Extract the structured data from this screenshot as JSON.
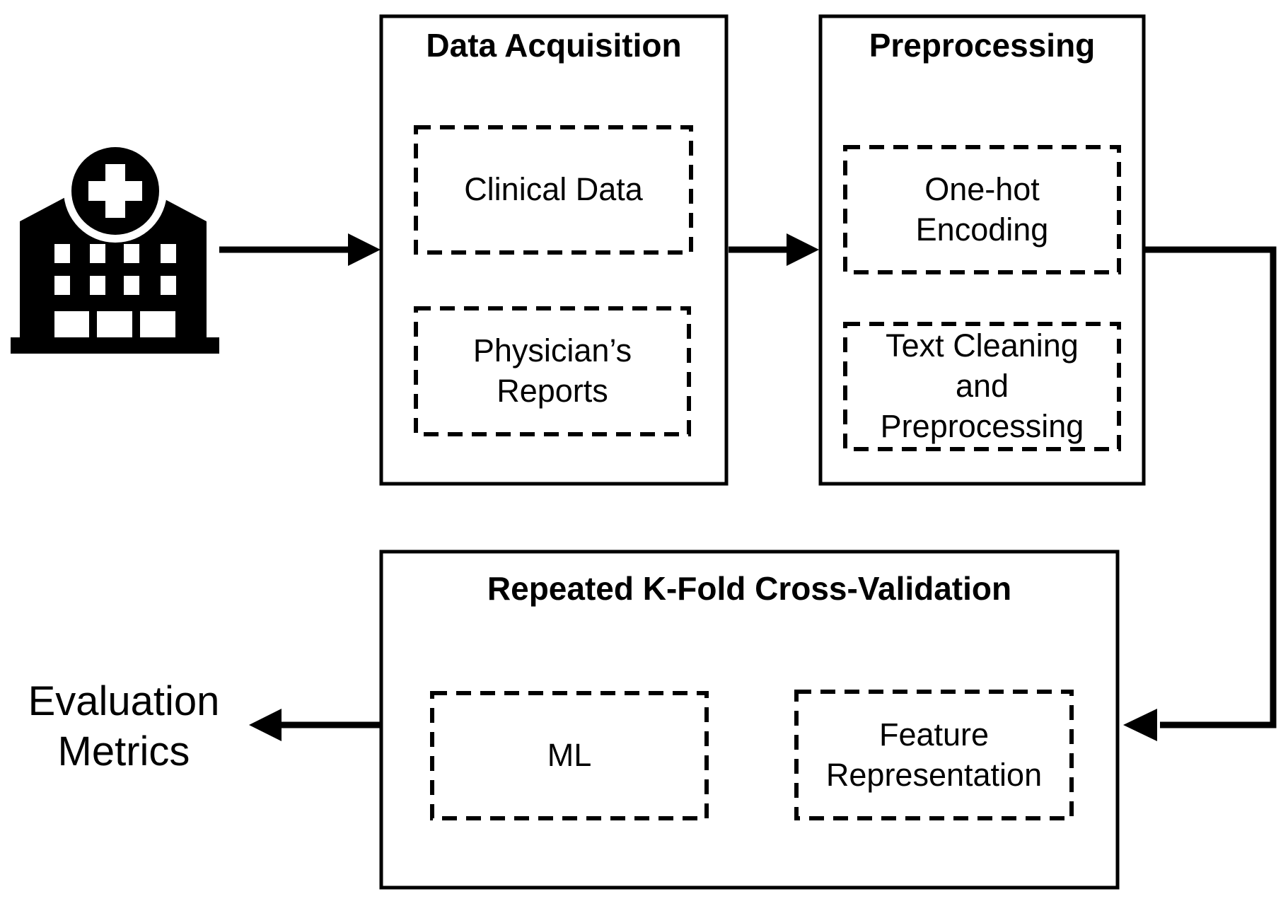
{
  "diagram": {
    "type": "flowchart",
    "background_color": "#ffffff",
    "line_color": "#000000",
    "source_icon": "hospital-building-with-medical-cross",
    "boxes": {
      "data_acquisition": {
        "title": "Data Acquisition",
        "items": [
          {
            "lines": [
              "Clinical Data"
            ]
          },
          {
            "lines": [
              "Physician’s",
              "Reports"
            ]
          }
        ]
      },
      "preprocessing": {
        "title": "Preprocessing",
        "items": [
          {
            "lines": [
              "One-hot",
              "Encoding"
            ]
          },
          {
            "lines": [
              "Text Cleaning",
              "and",
              "Preprocessing"
            ]
          }
        ]
      },
      "kfold": {
        "title": "Repeated K-Fold Cross-Validation",
        "items": [
          {
            "lines": [
              "ML"
            ]
          },
          {
            "lines": [
              "Feature",
              "Representation"
            ]
          }
        ]
      }
    },
    "output_label": {
      "lines": [
        "Evaluation",
        "Metrics"
      ]
    },
    "flow": [
      "hospital → Data Acquisition",
      "Data Acquisition → Preprocessing",
      "Preprocessing → Repeated K-Fold Cross-Validation",
      "Repeated K-Fold Cross-Validation → Evaluation Metrics"
    ]
  }
}
